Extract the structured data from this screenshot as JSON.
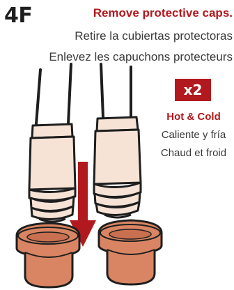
{
  "step": {
    "number": "4F",
    "title_en": "Remove protective caps.",
    "title_es": "Retire la cubiertas protectoras",
    "title_fr": "Enlevez les capuchons protecteurs"
  },
  "quantity": {
    "label": "x2"
  },
  "variants": {
    "label_en": "Hot & Cold",
    "label_es": "Caliente y fría",
    "label_fr": "Chaud et froid"
  },
  "colors": {
    "accent_red": "#b2191e",
    "cap_copper": "#d98563",
    "fitting_beige": "#f6e3d6",
    "line_dark": "#1e1e1e"
  },
  "illustration": {
    "subject": "two supply hoses with protective caps removed",
    "icons": [
      "hose-left-icon",
      "hose-right-icon",
      "down-arrow-icon",
      "cap-left-icon",
      "cap-right-icon"
    ]
  }
}
